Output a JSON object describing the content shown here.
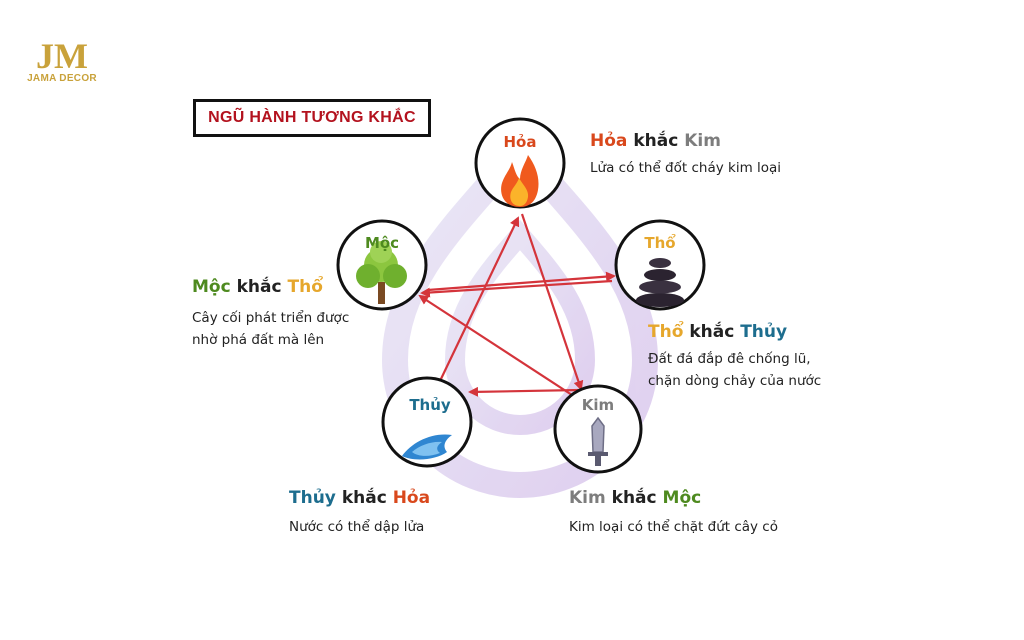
{
  "colors": {
    "hoa": "#d9481c",
    "moc": "#4e8a1f",
    "tho": "#e6a72c",
    "thuy": "#1d6d8e",
    "kim": "#7d7d7d",
    "arrow": "#d4343b",
    "gold": "#c9a23b",
    "title": "#b3121e",
    "watermark": "#d9cbed"
  },
  "brand": {
    "monogram": "JM",
    "name": "JAMA DECOR"
  },
  "title": "NGŨ HÀNH TƯƠNG KHẮC",
  "elements": {
    "hoa": {
      "label": "Hỏa",
      "icon": "fire-icon"
    },
    "tho": {
      "label": "Thổ",
      "icon": "stones-icon"
    },
    "kim": {
      "label": "Kim",
      "icon": "sword-icon"
    },
    "thuy": {
      "label": "Thủy",
      "icon": "water-icon"
    },
    "moc": {
      "label": "Mộc",
      "icon": "tree-icon"
    }
  },
  "rules": {
    "hoa": {
      "subject": "Hỏa",
      "verb": "khắc",
      "object": "Kim",
      "desc": [
        "Lửa có thể đốt cháy kim loại"
      ]
    },
    "tho": {
      "subject": "Thổ",
      "verb": "khắc",
      "object": "Thủy",
      "desc": [
        "Đất đá đắp đê chống lũ,",
        "chặn dòng chảy của nước"
      ]
    },
    "kim": {
      "subject": "Kim",
      "verb": "khắc",
      "object": "Mộc",
      "desc": [
        "Kim loại có thể chặt đứt cây cỏ"
      ]
    },
    "thuy": {
      "subject": "Thủy",
      "verb": "khắc",
      "object": "Hỏa",
      "desc": [
        "Nước có thể dập lửa"
      ]
    },
    "moc": {
      "subject": "Mộc",
      "verb": "khắc",
      "object": "Thổ",
      "desc": [
        "Cây cối phát triển được",
        "nhờ phá đất mà lên"
      ]
    }
  }
}
